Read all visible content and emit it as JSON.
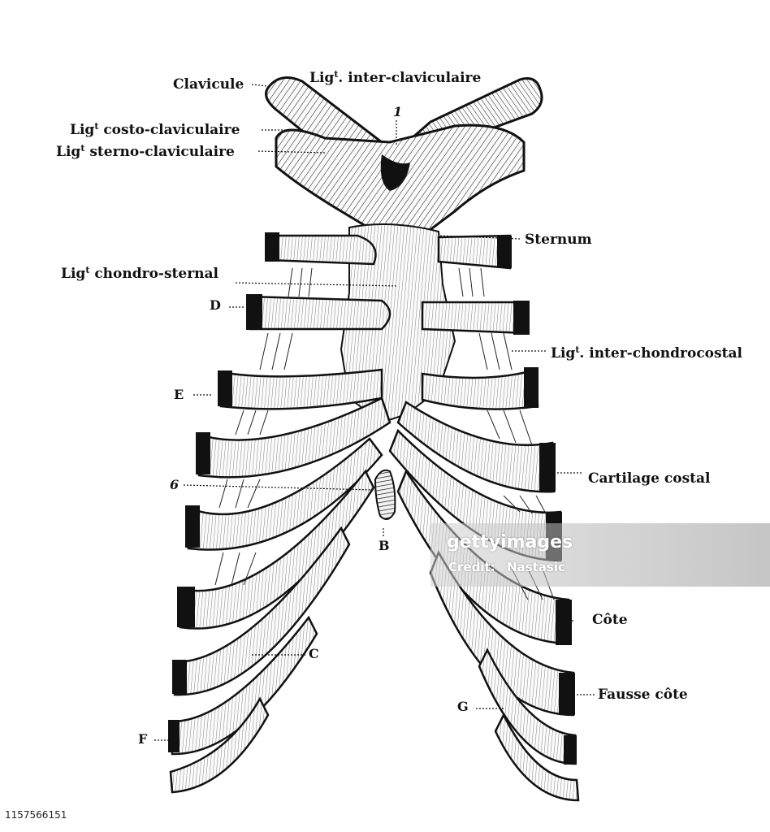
{
  "labels": {
    "clavicule": "Clavicule",
    "lig_prefix": "Lig",
    "lig_sup": "t",
    "inter_claviculaire": ". inter-claviculaire",
    "costo_claviculaire": " costo-claviculaire",
    "sterno_claviculaire": " sterno-claviculaire",
    "chondro_sternal": " chondro-sternal",
    "sternum": "Sternum",
    "inter_chondrocostal": ". inter-chondrocostal",
    "cartilage_costal": "Cartilage costal",
    "cote": "Côte",
    "fausse_cote": "Fausse côte"
  },
  "letters": {
    "one": "1",
    "D": "D",
    "E": "E",
    "six": "6",
    "B": "B",
    "C": "C",
    "F": "F",
    "G": "G"
  },
  "watermark": {
    "brand": "gettyimages",
    "credit_label": "Credit:",
    "credit_name": "Nastasic"
  },
  "stock_id": "1157566151",
  "colors": {
    "ink": "#111111",
    "paper": "#ffffff",
    "cartilage_fill": "#f4f4f4"
  }
}
